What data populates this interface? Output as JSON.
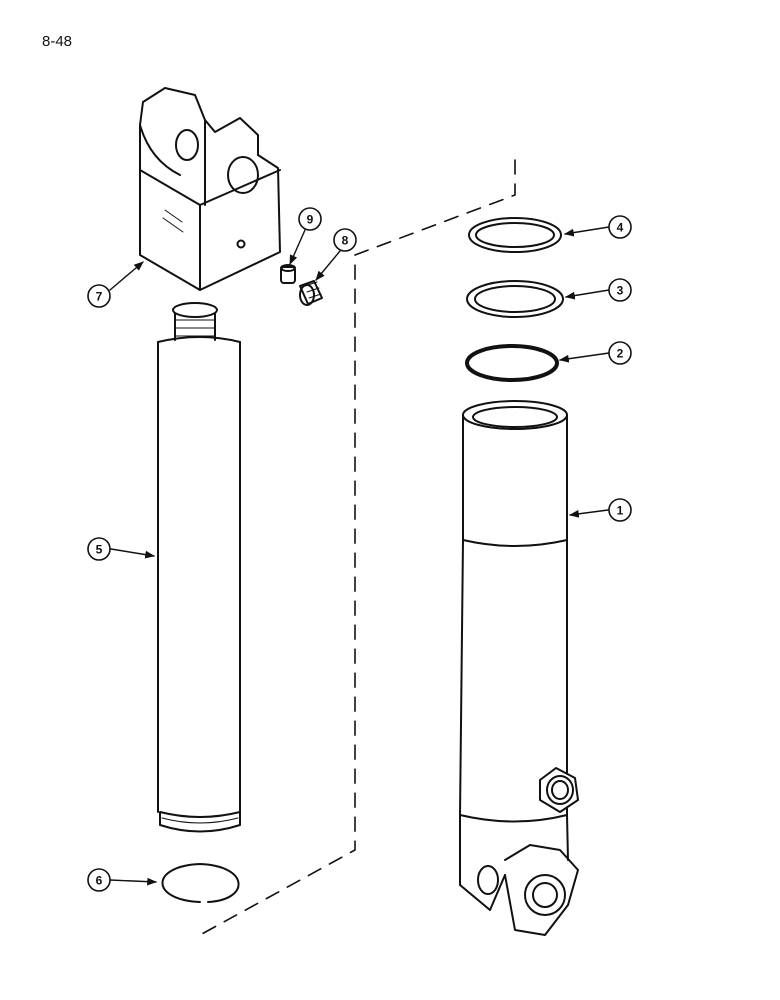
{
  "page": {
    "number": "8-48"
  },
  "callouts": [
    {
      "id": "1",
      "label": "1"
    },
    {
      "id": "2",
      "label": "2"
    },
    {
      "id": "3",
      "label": "3"
    },
    {
      "id": "4",
      "label": "4"
    },
    {
      "id": "5",
      "label": "5"
    },
    {
      "id": "6",
      "label": "6"
    },
    {
      "id": "7",
      "label": "7"
    },
    {
      "id": "8",
      "label": "8"
    },
    {
      "id": "9",
      "label": "9"
    }
  ],
  "colors": {
    "line": "#111111",
    "paper": "#ffffff"
  }
}
